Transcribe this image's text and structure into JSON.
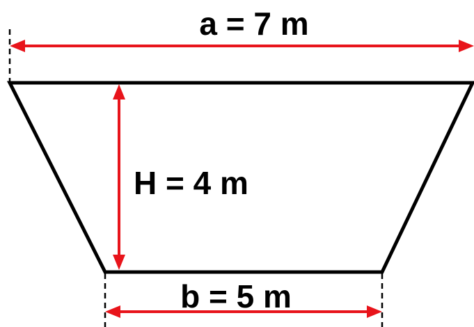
{
  "labels": {
    "top_width": "a = 7 m",
    "height": "H = 4 m",
    "bottom_width": "b = 5 m"
  },
  "colors": {
    "outline": "#000000",
    "dimension_arrow": "#e8141b",
    "background": "#ffffff"
  }
}
